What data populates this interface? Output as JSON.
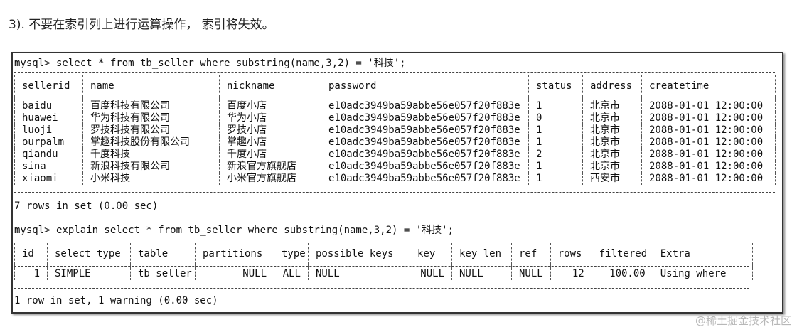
{
  "heading": "3). 不要在索引列上进行运算操作， 索引将失效。",
  "query1": {
    "command": "mysql> select * from tb_seller where substring(name,3,2) = '科技';",
    "columns": [
      "sellerid",
      "name",
      "nickname",
      "password",
      "status",
      "address",
      "createtime"
    ],
    "rows": [
      [
        "baidu",
        "百度科技有限公司",
        "百度小店",
        "e10adc3949ba59abbe56e057f20f883e",
        "1",
        "北京市",
        "2088-01-01 12:00:00"
      ],
      [
        "huawei",
        "华为科技有限公司",
        "华为小店",
        "e10adc3949ba59abbe56e057f20f883e",
        "0",
        "北京市",
        "2088-01-01 12:00:00"
      ],
      [
        "luoji",
        "罗技科技有限公司",
        "罗技小店",
        "e10adc3949ba59abbe56e057f20f883e",
        "1",
        "北京市",
        "2088-01-01 12:00:00"
      ],
      [
        "ourpalm",
        "掌趣科技股份有限公司",
        "掌趣小店",
        "e10adc3949ba59abbe56e057f20f883e",
        "1",
        "北京市",
        "2088-01-01 12:00:00"
      ],
      [
        "qiandu",
        "千度科技",
        "千度小店",
        "e10adc3949ba59abbe56e057f20f883e",
        "2",
        "北京市",
        "2088-01-01 12:00:00"
      ],
      [
        "sina",
        "新浪科技有限公司",
        "新浪官方旗舰店",
        "e10adc3949ba59abbe56e057f20f883e",
        "1",
        "北京市",
        "2088-01-01 12:00:00"
      ],
      [
        "xiaomi",
        "小米科技",
        "小米官方旗舰店",
        "e10adc3949ba59abbe56e057f20f883e",
        "1",
        "西安市",
        "2088-01-01 12:00:00"
      ]
    ],
    "result": "7 rows in set (0.00 sec)"
  },
  "query2": {
    "command": "mysql> explain select * from tb_seller where substring(name,3,2) = '科技';",
    "columns": [
      "id",
      "select_type",
      "table",
      "partitions",
      "type",
      "possible_keys",
      "key",
      "key_len",
      "ref",
      "rows",
      "filtered",
      "Extra"
    ],
    "rows": [
      [
        "1",
        "SIMPLE",
        "tb_seller",
        "NULL",
        "ALL",
        "NULL",
        "NULL",
        "NULL",
        "NULL",
        "12",
        "100.00",
        "Using where"
      ]
    ],
    "result": "1 row in set, 1 warning (0.00 sec)"
  },
  "watermark": "@稀土掘金技术社区"
}
